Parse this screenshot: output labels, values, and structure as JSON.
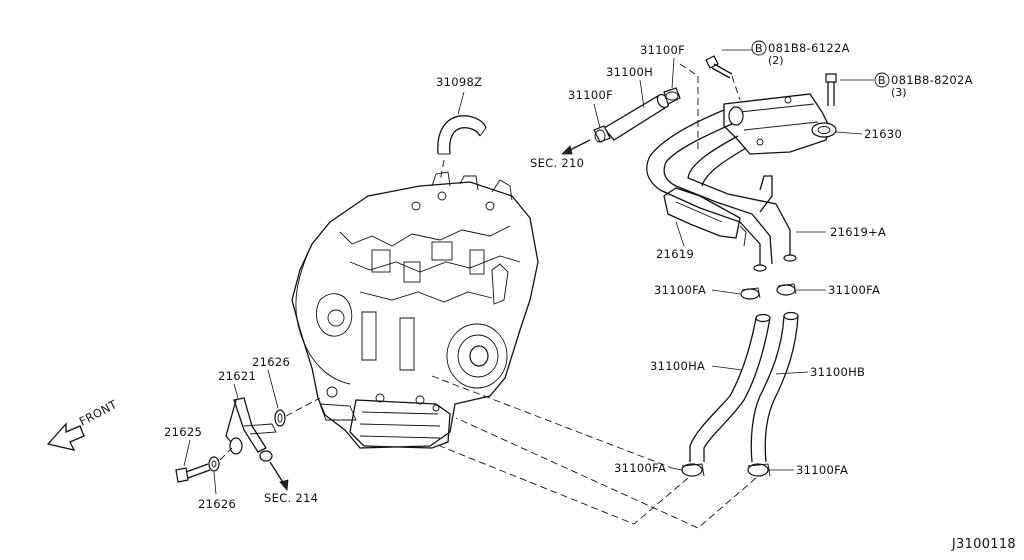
{
  "diagram_id": "J3100118",
  "direction_label": "FRONT",
  "bolt_callouts": [
    {
      "symbol": "B",
      "part_no": "081B8-6122A",
      "qty": "(2)"
    },
    {
      "symbol": "B",
      "part_no": "081B8-8202A",
      "qty": "(3)"
    }
  ],
  "sections": [
    "SEC. 210",
    "SEC. 214"
  ],
  "parts": {
    "p31098Z": "31098Z",
    "p31100F_top": "31100F",
    "p31100H": "31100H",
    "p31100F_left": "31100F",
    "p21630": "21630",
    "p21619A": "21619+A",
    "p21619": "21619",
    "p31100FA_1": "31100FA",
    "p31100FA_2": "31100FA",
    "p31100HA": "31100HA",
    "p31100HB": "31100HB",
    "p31100FA_3": "31100FA",
    "p31100FA_4": "31100FA",
    "p21626_top": "21626",
    "p21621": "21621",
    "p21625": "21625",
    "p21626_bot": "21626"
  },
  "icons": [
    "front-arrow-icon",
    "bolt-b-circle-icon",
    "section-arrow-icon"
  ]
}
